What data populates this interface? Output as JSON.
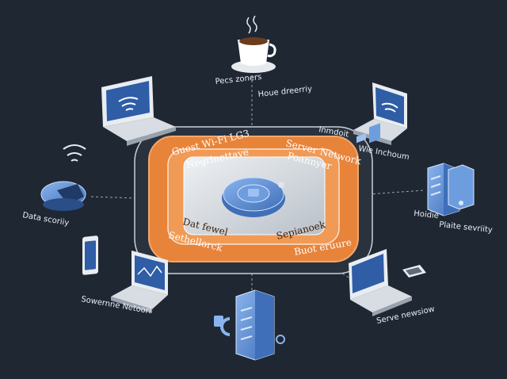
{
  "diagram": {
    "ring_labels": {
      "outer_top": "Guest Wi-Fi LG3",
      "outer_right": "Server Network",
      "outer_bottom": "Buot eruure",
      "outer_left": "Sethellorck",
      "mid_top": "Negrinettave",
      "mid_right": "Poannyer",
      "mid_bottom_left": "Dat fewel",
      "mid_bottom_right": "Sepianoek"
    },
    "node_labels": {
      "coffee_left": "Pecs zoners",
      "coffee_right": "Houe dreerriy",
      "right_laptop_a": "Inmdoit",
      "right_laptop_b": "Wie Inchoum",
      "server_right_a": "Hoidie",
      "server_right_b": "Plaite sevriity",
      "wifi_left": "Data scoriiy",
      "bottom_left": "Sowernne Netoorl",
      "bottom_right": "Serve newsiow"
    },
    "colors": {
      "background": "#1f2733",
      "outer_ring": "#2a323e",
      "orange_ring": "#e8833a",
      "inner_tile": "#cfd4da",
      "device_blue": "#5b8fd6",
      "line": "#9aa5b3"
    }
  }
}
